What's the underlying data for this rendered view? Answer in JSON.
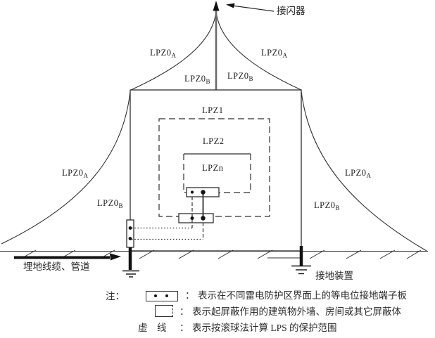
{
  "diagram": {
    "air_terminal_label": "接闪器",
    "zone_labels": {
      "lpz0_base": "LPZ0",
      "sub_a": "A",
      "sub_b": "B",
      "lpz1": "LPZ1",
      "lpz2": "LPZ2",
      "lpzn": "LPZn"
    },
    "ground_labels": {
      "buried_cable": "埋地线缆、管道",
      "grounding_device": "接地装置"
    }
  },
  "notes": {
    "heading": "注：",
    "colon": "：",
    "items": [
      {
        "text": "表示在不同雷电防护区界面上的等电位接地端子板"
      },
      {
        "text": "表示起屏蔽作用的建筑物外墙、房间或其它屏蔽体"
      },
      {
        "label": "虚　线",
        "text": "表示按滚球法计算 LPS 的保护范围"
      }
    ]
  },
  "colors": {
    "background": "#ffffff",
    "line": "#2f2f2f",
    "heavy": "#111111",
    "mast": "#6b6b6b"
  }
}
